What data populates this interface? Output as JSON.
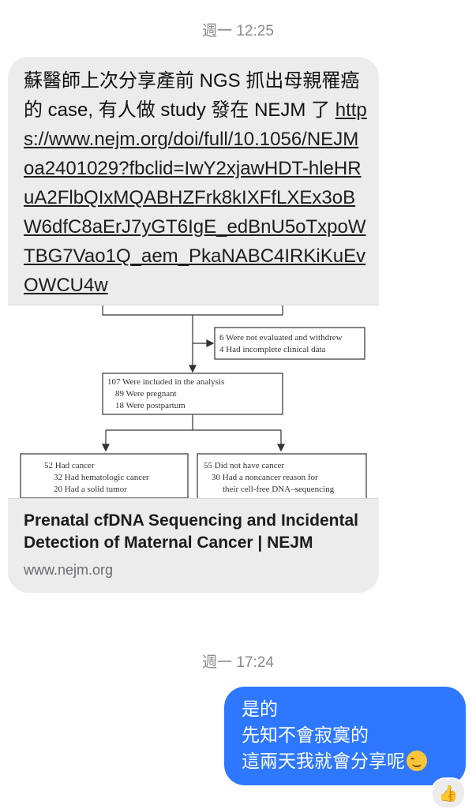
{
  "timestamps": [
    "週一 12:25",
    "週一 17:24"
  ],
  "incoming": {
    "text": "蘇醫師上次分享產前 NGS 抓出母親罹癌的 case, 有人做 study 發在 NEJM 了",
    "link": "https://www.nejm.org/doi/full/10.1056/NEJMoa2401029?fbclid=IwY2xjawHDT-hleHRuA2FlbQIxMQABHZFrk8kIXFfLXEx3oBW6dfC8aErJ7yGT6IgE_edBnU5oTxpoWTBG7Vao1Q_aem_PkaNABC4IRKiKuEvOWCU4w",
    "preview": {
      "image_text": {
        "excluded_1": "6 Were not evaluated and withdrew",
        "excluded_2": "4 Had incomplete clinical data",
        "included_1": "107 Were included in the analysis",
        "included_2": "89 Were pregnant",
        "included_3": "18 Were postpartum",
        "cancer_1": "52 Had cancer",
        "cancer_2": "32 Had hematologic cancer",
        "cancer_3": "20 Had a solid tumor",
        "nocancer_1": "55 Did not have cancer",
        "nocancer_2": "30 Had a noncancer reason for",
        "nocancer_3": "their cell-free DNA–sequencing"
      },
      "title": "Prenatal cfDNA Sequencing and Incidental Detection of Maternal Cancer | NEJM",
      "domain": "www.nejm.org"
    }
  },
  "outgoing": {
    "lines": [
      "是的",
      "先知不會寂寞的",
      "這兩天我就會分享呢"
    ],
    "emoji": "smiling-face-icon"
  },
  "reaction": {
    "emoji": "👍"
  }
}
